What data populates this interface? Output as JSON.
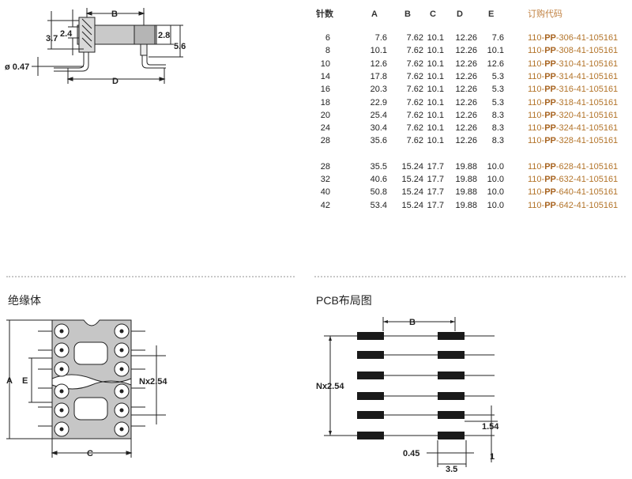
{
  "side_view": {
    "labels": {
      "B": "B",
      "D": "D",
      "h1": "3.7",
      "h2": "2.4",
      "h3": "2.8",
      "h4": "5.6",
      "pin": "ø 0.47"
    }
  },
  "table": {
    "headers": [
      "针数",
      "A",
      "B",
      "C",
      "D",
      "E",
      "订购代码"
    ],
    "groups": [
      [
        {
          "pins": "6",
          "A": "7.6",
          "B": "7.62",
          "C": "10.1",
          "D": "12.26",
          "E": "7.6",
          "pre": "110-",
          "pp": "PP",
          "post": "-306-41-105161"
        },
        {
          "pins": "8",
          "A": "10.1",
          "B": "7.62",
          "C": "10.1",
          "D": "12.26",
          "E": "10.1",
          "pre": "110-",
          "pp": "PP",
          "post": "-308-41-105161"
        },
        {
          "pins": "10",
          "A": "12.6",
          "B": "7.62",
          "C": "10.1",
          "D": "12.26",
          "E": "12.6",
          "pre": "110-",
          "pp": "PP",
          "post": "-310-41-105161"
        },
        {
          "pins": "14",
          "A": "17.8",
          "B": "7.62",
          "C": "10.1",
          "D": "12.26",
          "E": "5.3",
          "pre": "110-",
          "pp": "PP",
          "post": "-314-41-105161"
        },
        {
          "pins": "16",
          "A": "20.3",
          "B": "7.62",
          "C": "10.1",
          "D": "12.26",
          "E": "5.3",
          "pre": "110-",
          "pp": "PP",
          "post": "-316-41-105161"
        },
        {
          "pins": "18",
          "A": "22.9",
          "B": "7.62",
          "C": "10.1",
          "D": "12.26",
          "E": "5.3",
          "pre": "110-",
          "pp": "PP",
          "post": "-318-41-105161"
        },
        {
          "pins": "20",
          "A": "25.4",
          "B": "7.62",
          "C": "10.1",
          "D": "12.26",
          "E": "8.3",
          "pre": "110-",
          "pp": "PP",
          "post": "-320-41-105161"
        },
        {
          "pins": "24",
          "A": "30.4",
          "B": "7.62",
          "C": "10.1",
          "D": "12.26",
          "E": "8.3",
          "pre": "110-",
          "pp": "PP",
          "post": "-324-41-105161"
        },
        {
          "pins": "28",
          "A": "35.6",
          "B": "7.62",
          "C": "10.1",
          "D": "12.26",
          "E": "8.3",
          "pre": "110-",
          "pp": "PP",
          "post": "-328-41-105161"
        }
      ],
      [
        {
          "pins": "28",
          "A": "35.5",
          "B": "15.24",
          "C": "17.7",
          "D": "19.88",
          "E": "10.0",
          "pre": "110-",
          "pp": "PP",
          "post": "-628-41-105161"
        },
        {
          "pins": "32",
          "A": "40.6",
          "B": "15.24",
          "C": "17.7",
          "D": "19.88",
          "E": "10.0",
          "pre": "110-",
          "pp": "PP",
          "post": "-632-41-105161"
        },
        {
          "pins": "40",
          "A": "50.8",
          "B": "15.24",
          "C": "17.7",
          "D": "19.88",
          "E": "10.0",
          "pre": "110-",
          "pp": "PP",
          "post": "-640-41-105161"
        },
        {
          "pins": "42",
          "A": "53.4",
          "B": "15.24",
          "C": "17.7",
          "D": "19.88",
          "E": "10.0",
          "pre": "110-",
          "pp": "PP",
          "post": "-642-41-105161"
        }
      ]
    ]
  },
  "insulator": {
    "title": "绝缘体",
    "labels": {
      "A": "A",
      "E": "E",
      "C": "C",
      "pitch": "Nx2.54"
    }
  },
  "pcb": {
    "title": "PCB布局图",
    "labels": {
      "B": "B",
      "pitch": "Nx2.54",
      "d1": "1.54",
      "d2": "0.45",
      "d3": "3.5",
      "d4": "1"
    }
  }
}
